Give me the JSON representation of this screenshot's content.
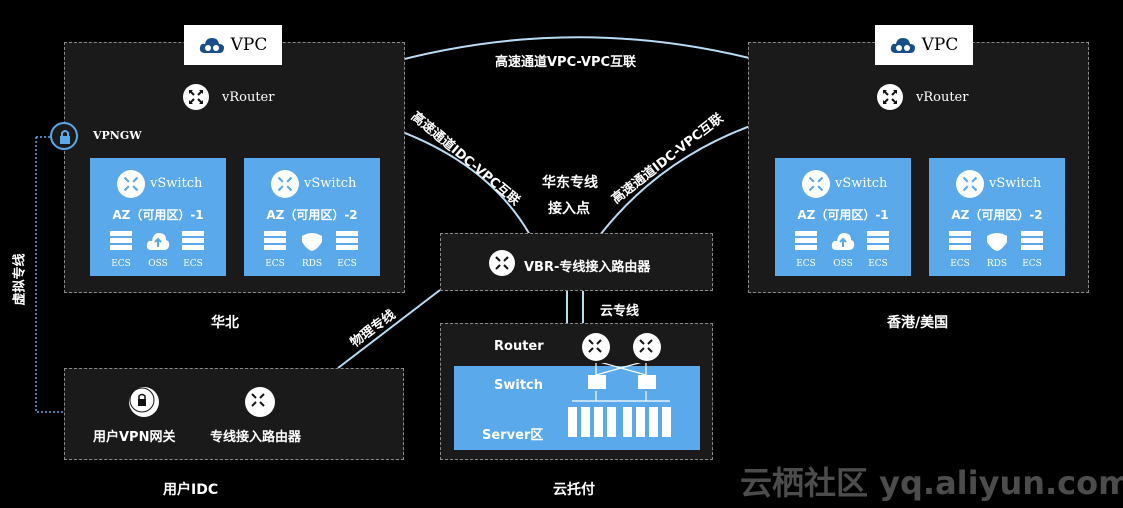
{
  "vpc_tag": "VPC",
  "left_region": {
    "router": "vRouter",
    "vpngw": "VPNGW",
    "name": "华北",
    "azs": [
      {
        "switch": "vSwitch",
        "name": "AZ（可用区）-1",
        "devices": [
          "ECS",
          "OSS",
          "ECS"
        ]
      },
      {
        "switch": "vSwitch",
        "name": "AZ（可用区）-2",
        "devices": [
          "ECS",
          "RDS",
          "ECS"
        ]
      }
    ]
  },
  "right_region": {
    "router": "vRouter",
    "name": "香港/美国",
    "azs": [
      {
        "switch": "vSwitch",
        "name": "AZ（可用区）-1",
        "devices": [
          "ECS",
          "OSS",
          "ECS"
        ]
      },
      {
        "switch": "vSwitch",
        "name": "AZ（可用区）-2",
        "devices": [
          "ECS",
          "RDS",
          "ECS"
        ]
      }
    ]
  },
  "links": {
    "vpc_vpc": "高速通道VPC-VPC互联",
    "idc_vpc_left": "高速通道IDC-VPC互联",
    "idc_vpc_right": "高速通道IDC-VPC互联",
    "access_point_line1": "华东专线",
    "access_point_line2": "接入点",
    "physical_line": "物理专线",
    "cloud_line": "云专线",
    "virtual_line": "虚拟专线"
  },
  "vbr": "VBR-专线接入路由器",
  "idc": {
    "name": "用户IDC",
    "vpn_gateway": "用户VPN网关",
    "router": "专线接入路由器"
  },
  "hosting": {
    "name": "云托付",
    "router": "Router",
    "switch": "Switch",
    "server_zone": "Server区"
  },
  "watermark": "云栖社区 yq.aliyun.com",
  "colors": {
    "accent": "#5aa9ea",
    "background": "#000000",
    "panel": "#1a1a1a"
  }
}
